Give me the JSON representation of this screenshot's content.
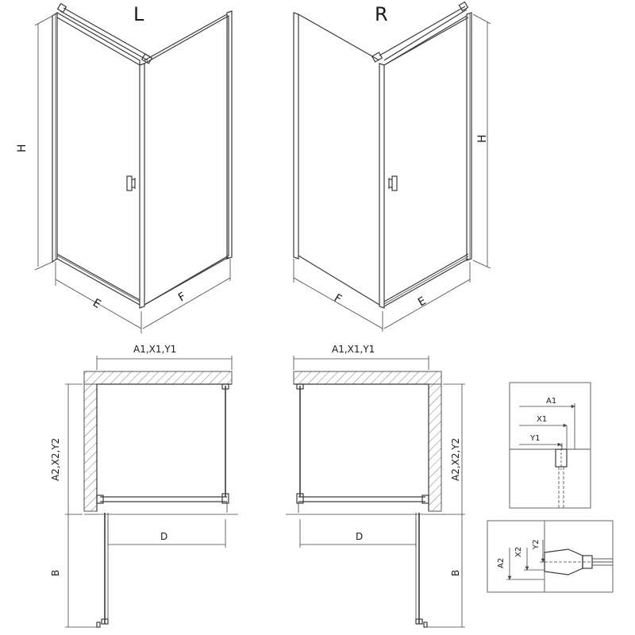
{
  "views": {
    "left_title": "L",
    "right_title": "R"
  },
  "labels": {
    "height": "H",
    "depth_e": "E",
    "width_f": "F",
    "wall_a_x_y": "A1,X1,Y1",
    "wall_a2_x2_y2": "A2,X2,Y2",
    "door_d": "D",
    "door_b": "B"
  },
  "details": {
    "a1": "A1",
    "x1": "X1",
    "y1": "Y1",
    "a2": "A2",
    "x2": "X2",
    "y2": "Y2"
  },
  "colors": {
    "line": "#3a3a3a",
    "hatch": "#777777",
    "background": "#ffffff"
  }
}
